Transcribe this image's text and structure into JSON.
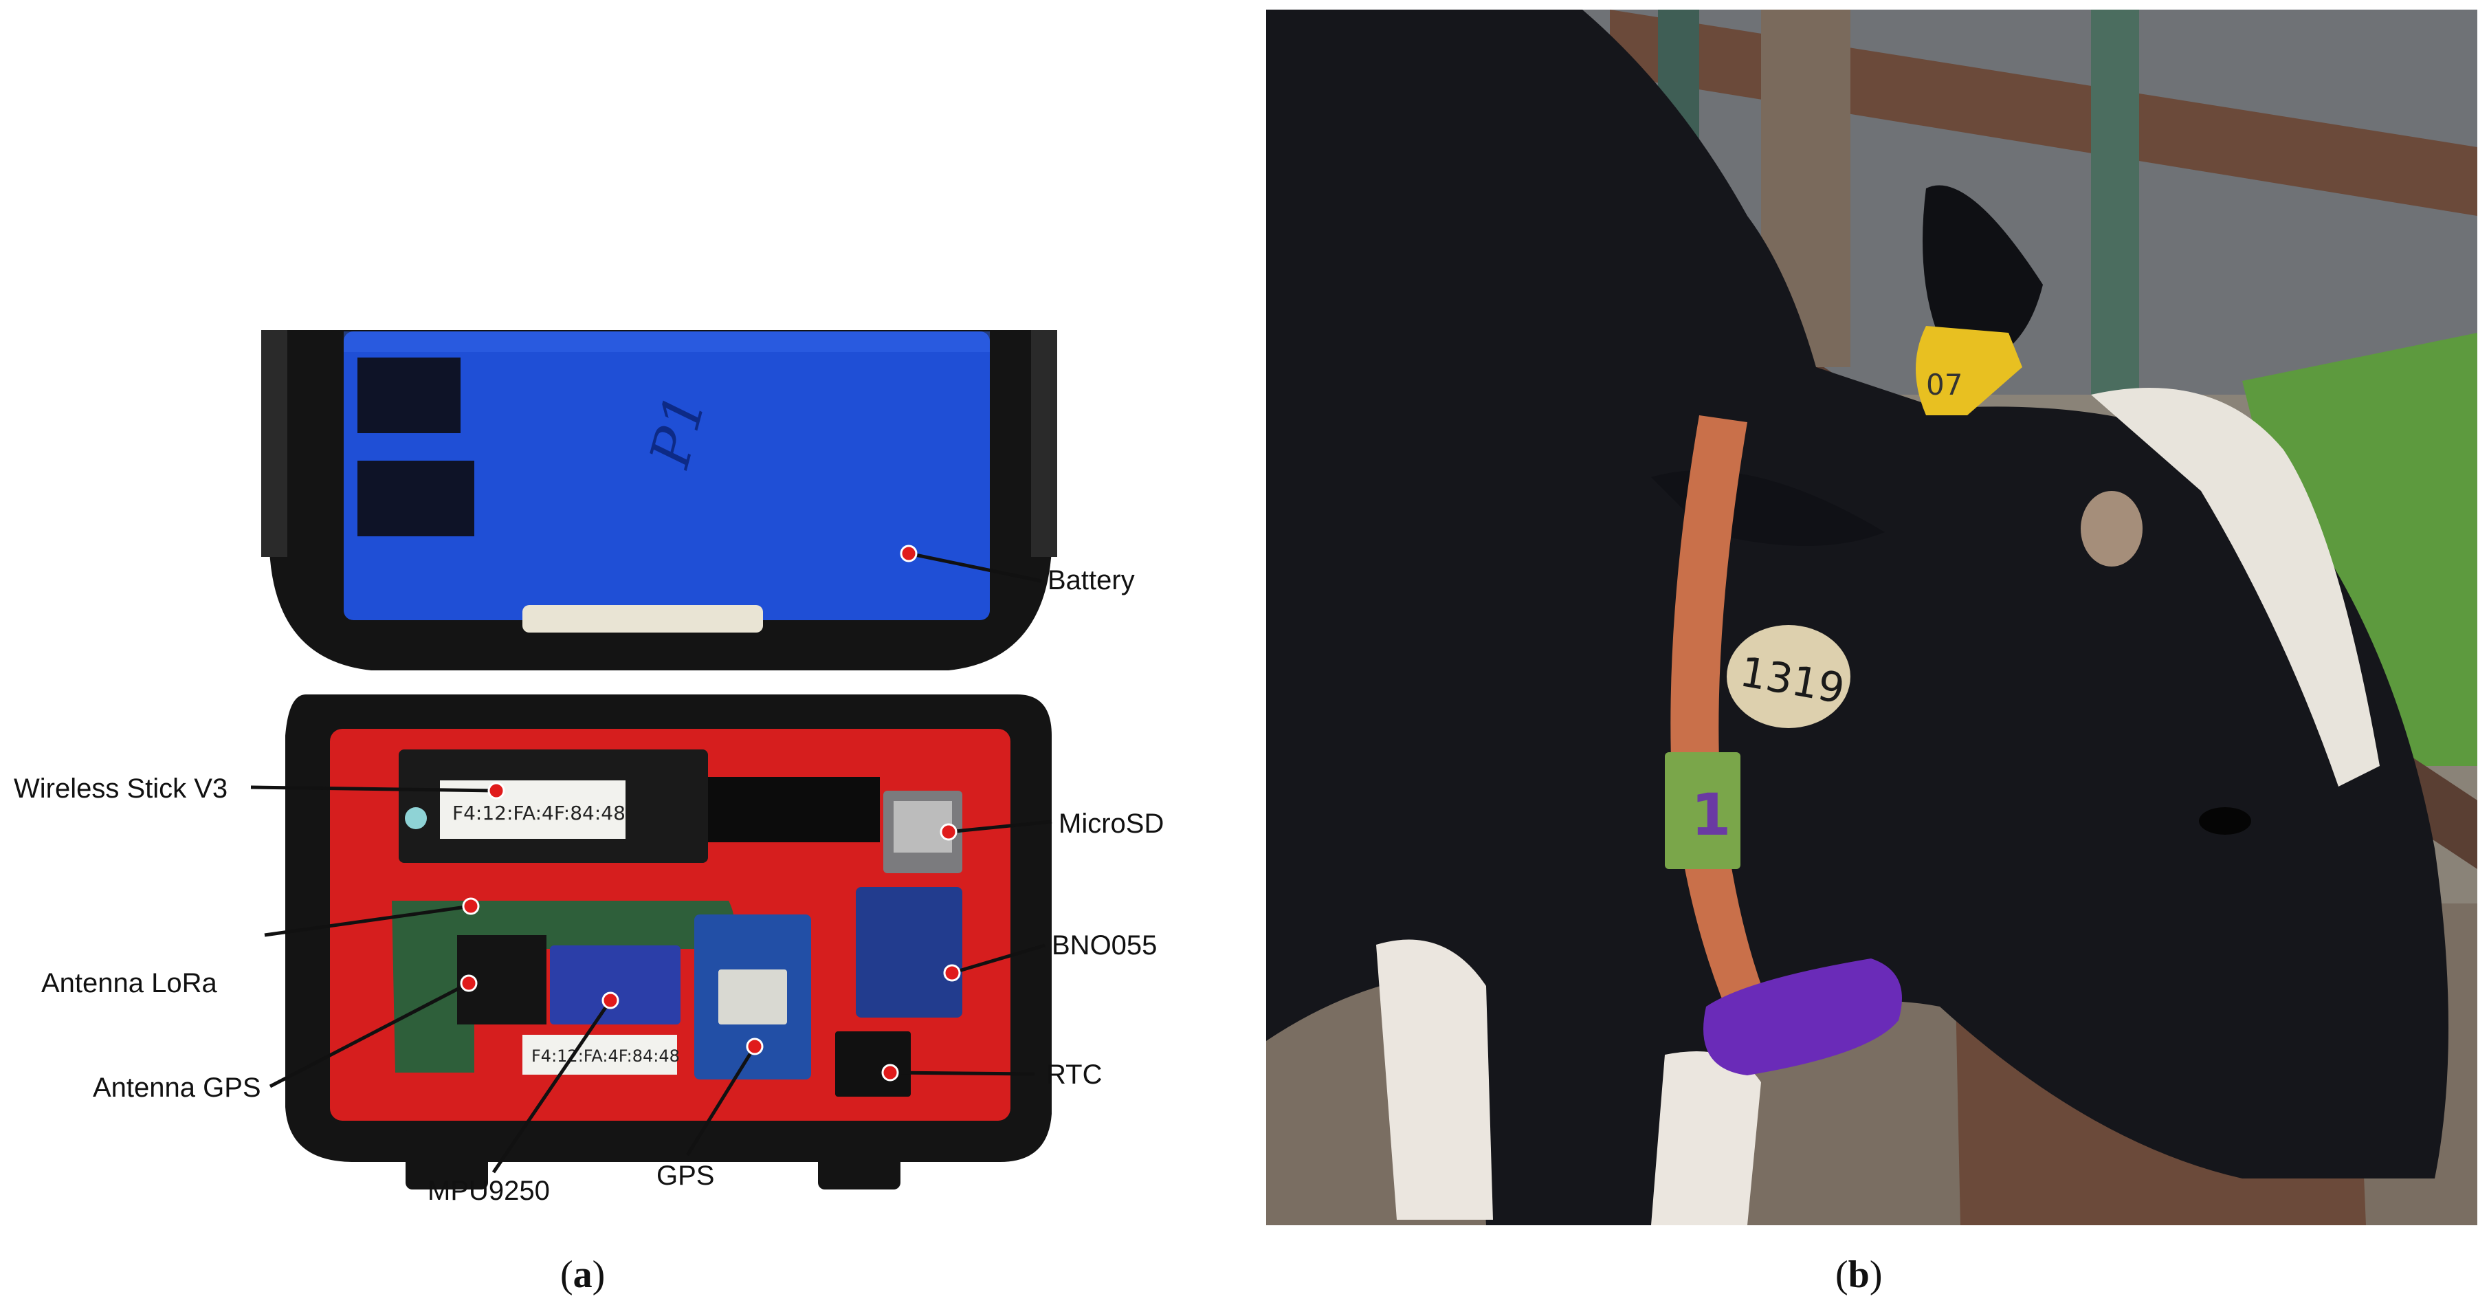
{
  "panel_a": {
    "caption_letter": "a",
    "callouts": [
      {
        "id": "battery",
        "label": "Battery"
      },
      {
        "id": "wireless-stick-v3",
        "label": "Wireless Stick V3"
      },
      {
        "id": "microsd",
        "label": "MicroSD"
      },
      {
        "id": "antenna-lora",
        "label": "Antenna LoRa"
      },
      {
        "id": "bno055",
        "label": "BNO055"
      },
      {
        "id": "antenna-gps",
        "label": "Antenna GPS"
      },
      {
        "id": "rtc",
        "label": "RTC"
      },
      {
        "id": "mpu9250",
        "label": "MPU9250"
      },
      {
        "id": "gps",
        "label": "GPS"
      }
    ],
    "board_sticker_text": "F4:12:FA:4F:84:48",
    "board_sticker_text_2": "F4:12:FA:4F:84:48",
    "battery_handwriting": "P1"
  },
  "panel_b": {
    "caption_letter": "b",
    "ear_tag_number": "1319",
    "yellow_tag_text": "07",
    "collar_tag_number": "1"
  },
  "colors": {
    "battery_blue": "#1f4fd6",
    "board_red": "#d61e1e",
    "case_black": "#141414",
    "callout_dot": "#e01b1b",
    "cow_black": "#15161b",
    "collar_orange": "#c9704a",
    "clip_purple": "#6a2bb8",
    "tag_yellow": "#e8c021"
  }
}
